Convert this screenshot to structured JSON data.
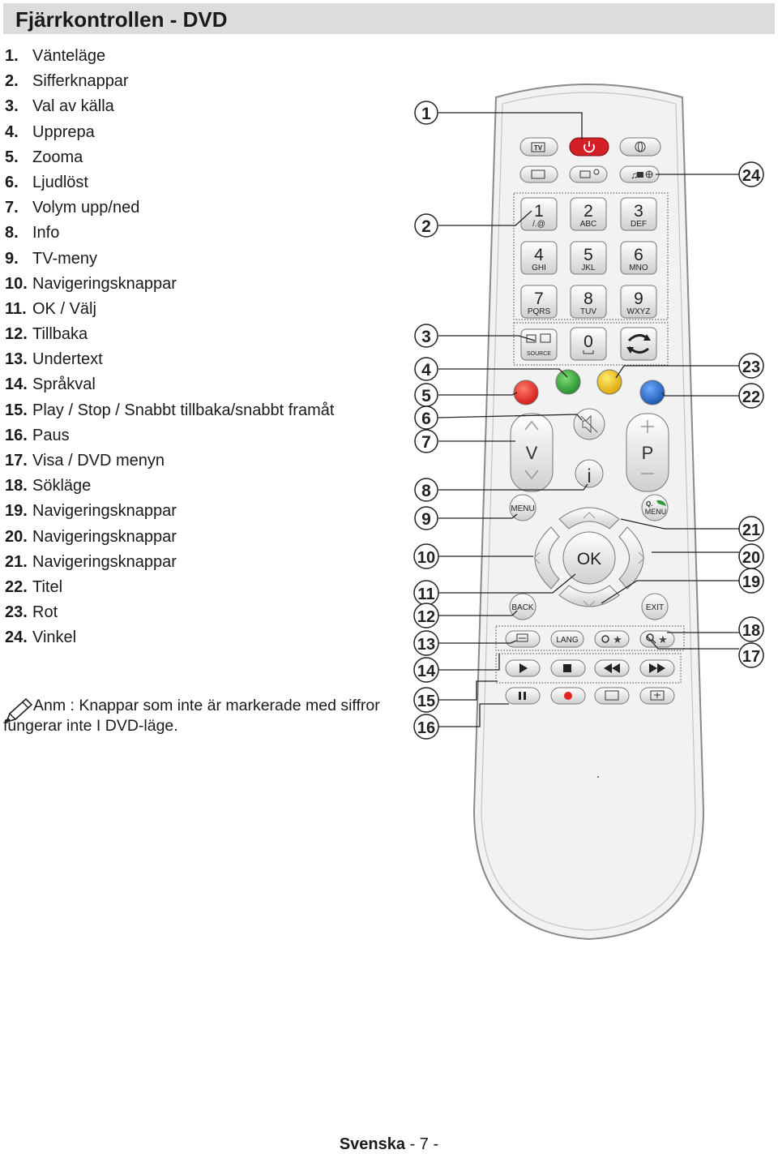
{
  "header": {
    "title": "Fjärrkontrollen - DVD"
  },
  "legend": [
    {
      "num": "1.",
      "label": "Vänteläge"
    },
    {
      "num": "2.",
      "label": "Sifferknappar"
    },
    {
      "num": "3.",
      "label": "Val av källa"
    },
    {
      "num": "4.",
      "label": "Upprepa"
    },
    {
      "num": "5.",
      "label": "Zooma"
    },
    {
      "num": "6.",
      "label": "Ljudlöst"
    },
    {
      "num": "7.",
      "label": "Volym upp/ned"
    },
    {
      "num": "8.",
      "label": "Info"
    },
    {
      "num": "9.",
      "label": "TV-meny"
    },
    {
      "num": "10.",
      "label": "Navigeringsknappar"
    },
    {
      "num": "11.",
      "label": "OK / Välj"
    },
    {
      "num": "12.",
      "label": "Tillbaka"
    },
    {
      "num": "13.",
      "label": "Undertext"
    },
    {
      "num": "14.",
      "label": "Språkval"
    },
    {
      "num": "15.",
      "label": "Play / Stop / Snabbt tillbaka/snabbt framåt"
    },
    {
      "num": "16.",
      "label": "Paus"
    },
    {
      "num": "17.",
      "label": "Visa / DVD menyn"
    },
    {
      "num": "18.",
      "label": "Sökläge"
    },
    {
      "num": "19.",
      "label": "Navigeringsknappar"
    },
    {
      "num": "20.",
      "label": "Navigeringsknappar"
    },
    {
      "num": "21.",
      "label": "Navigeringsknappar"
    },
    {
      "num": "22.",
      "label": "Titel"
    },
    {
      "num": "23.",
      "label": "Rot"
    },
    {
      "num": "24.",
      "label": "Vinkel"
    }
  ],
  "note": {
    "line1": "Anm : Knappar som inte är markerade med siffror",
    "line2": "fungerar inte I DVD-läge."
  },
  "remote": {
    "keypad": [
      {
        "digit": "1",
        "letters": "/.@"
      },
      {
        "digit": "2",
        "letters": "ABC"
      },
      {
        "digit": "3",
        "letters": "DEF"
      },
      {
        "digit": "4",
        "letters": "GHI"
      },
      {
        "digit": "5",
        "letters": "JKL"
      },
      {
        "digit": "6",
        "letters": "MNO"
      },
      {
        "digit": "7",
        "letters": "PQRS"
      },
      {
        "digit": "8",
        "letters": "TUV"
      },
      {
        "digit": "9",
        "letters": "WXYZ"
      }
    ],
    "tv_label": "TV",
    "zero_label": "0",
    "source_label": "SOURCE",
    "vol_label": "V",
    "prog_label": "P",
    "info_label": "i",
    "menu_label": "MENU",
    "qmenu_q": "Q.",
    "qmenu_label": "MENU",
    "ok_label": "OK",
    "back_label": "BACK",
    "exit_label": "EXIT",
    "lang_label": "LANG",
    "colors": {
      "red": "#e32222",
      "green": "#27a035",
      "yellow": "#f0c20d",
      "blue": "#1c67c4",
      "standby": "#d41f26"
    }
  },
  "callouts": {
    "left": [
      "1",
      "2",
      "3",
      "4",
      "5",
      "6",
      "7",
      "8",
      "9",
      "10",
      "11",
      "12",
      "13",
      "14",
      "15",
      "16"
    ],
    "right": [
      "24",
      "23",
      "22",
      "21",
      "20",
      "19",
      "18",
      "17"
    ]
  },
  "footer": {
    "language": "Svenska",
    "page": "- 7 -"
  }
}
